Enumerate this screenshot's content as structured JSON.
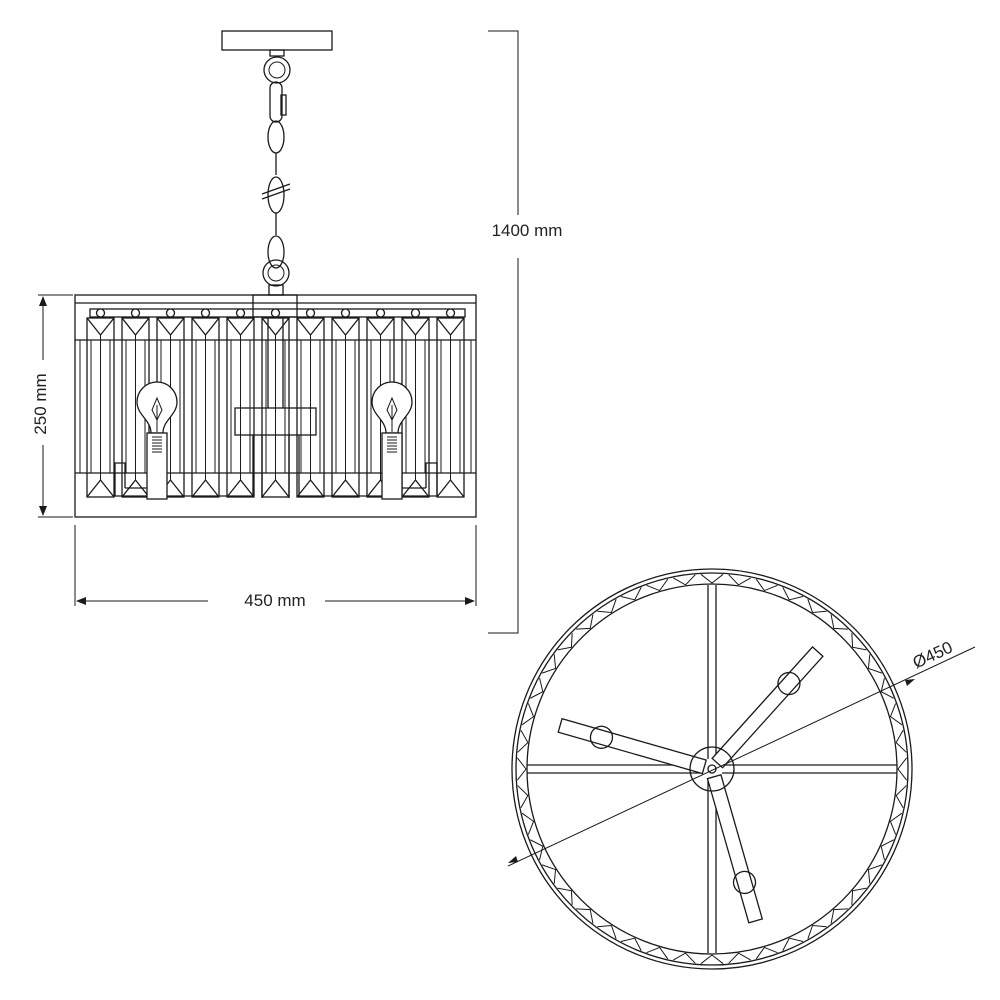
{
  "dimensions": {
    "height_total": "1400 mm",
    "shade_height": "250 mm",
    "shade_width": "450 mm",
    "diameter": "Ø450"
  },
  "side_view": {
    "crystal_count": 11,
    "bulb_count": 2
  },
  "top_view": {
    "arm_count": 3,
    "crystal_count": 44
  },
  "colors": {
    "line": "#1a1a1a",
    "background": "#ffffff"
  }
}
